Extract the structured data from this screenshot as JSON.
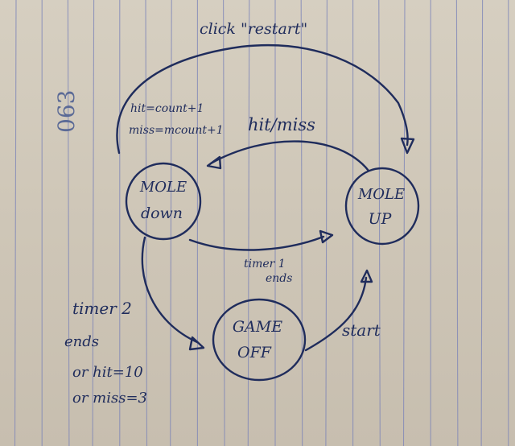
{
  "page_number": "063",
  "colors": {
    "paper": "#cfc7b8",
    "rule_lines": "#7b83b8",
    "ink": "#1f2c5c",
    "page_number": "#5b6a96"
  },
  "states": {
    "mole_down": {
      "line1": "MOLE",
      "line2": "down"
    },
    "mole_up": {
      "line1": "MOLE",
      "line2": "UP"
    },
    "game_off": {
      "line1": "GAME",
      "line2": "OFF"
    }
  },
  "transitions": {
    "restart": {
      "label": "click \"restart\""
    },
    "hit_miss": {
      "label": "hit/miss",
      "action_hit": "hit=count+1",
      "action_miss": "miss=mcount+1"
    },
    "timer1": {
      "line1": "timer 1",
      "line2": "ends"
    },
    "start": {
      "label": "start"
    },
    "timer2": {
      "line1": "timer 2",
      "line2": "ends",
      "line3": "or hit=10",
      "line4": "or miss=3"
    }
  }
}
